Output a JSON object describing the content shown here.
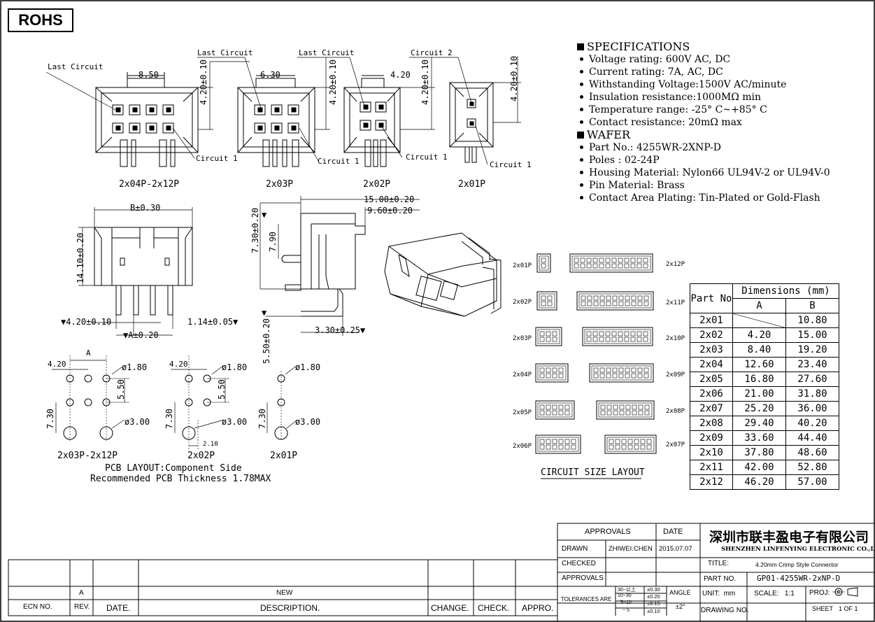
{
  "rohs": "ROHS",
  "spec": {
    "title": "SPECIFICATIONS",
    "items": [
      "Voltage rating: 600V AC, DC",
      "Current rating: 7A, AC, DC",
      "Withstanding Voltage:1500V AC/minute",
      "Insulation resistance:1000MΩ min",
      "Temperature range: -25° C~+85° C",
      "Contact resistance: 20mΩ max"
    ],
    "wafer_title": "WAFER",
    "wafer_items": [
      "Part No.: 4255WR-2XNP-D",
      "Poles : 02-24P",
      "Housing Material: Nylon66 UL94V-2 or UL94V-0",
      "Pin Material: Brass",
      "Contact Area Plating: Tin-Plated or Gold-Flash"
    ]
  },
  "top_views": {
    "v1": {
      "caption": "2x04P-2x12P",
      "dim": "8.50",
      "last": "Last Circuit",
      "first": "Circuit 1",
      "vdim": "4.20±0.10"
    },
    "v2": {
      "caption": "2x03P",
      "dim": "6.30",
      "last": "Last Circuit",
      "first": "Circuit 1",
      "vdim": "4.20±0.10"
    },
    "v3": {
      "caption": "2x02P",
      "dim": "4.20",
      "last": "Last Circuit",
      "first": "Circuit 1",
      "vdim": "4.20±0.10"
    },
    "v4": {
      "caption": "2x01P",
      "last": "Circuit 2",
      "first": "Circuit 1",
      "vdim": "4.20±0.10"
    }
  },
  "front_view": {
    "width": "B±0.30",
    "height": "14.10±0.20",
    "pitch": "4.20±0.10",
    "a": "A±0.20",
    "pin": "1.14±0.05"
  },
  "side_view": {
    "w1": "15.00±0.20",
    "w2": "9.60±0.20",
    "h1": "7.30±0.20",
    "h2": "7.90",
    "h3": "5.50±0.20",
    "pin": "3.30±0.25"
  },
  "pcb": {
    "l1": {
      "caption": "2x03P-2x12P",
      "a": "A",
      "p": "4.20",
      "d1": "ø1.80",
      "d2": "ø3.00",
      "v1": "5.50",
      "v2": "7.30"
    },
    "l2": {
      "caption": "2x02P",
      "p": "4.20",
      "d1": "ø1.80",
      "d2": "ø3.00",
      "v1": "5.50",
      "v2": "7.30",
      "h": "2.10"
    },
    "l3": {
      "caption": "2x01P",
      "d1": "ø1.80",
      "d2": "ø3.00",
      "v2": "7.30"
    },
    "note1": "PCB LAYOUT:Component Side",
    "note2": "Recommended PCB Thickness 1.78MAX"
  },
  "circuit_layout": {
    "title": "CIRCUIT SIZE LAYOUT",
    "left": [
      "2x01P",
      "2x02P",
      "2x03P",
      "2x04P",
      "2x05P",
      "2x06P"
    ],
    "right": [
      "2x12P",
      "2x11P",
      "2x10P",
      "2x09P",
      "2x08P",
      "2x07P"
    ]
  },
  "dimensions": {
    "title": "Dimensions (mm)",
    "part_no": "Part No",
    "col_a": "A",
    "col_b": "B",
    "rows": [
      {
        "p": "2x01",
        "a": "",
        "b": "10.80"
      },
      {
        "p": "2x02",
        "a": "4.20",
        "b": "15.00"
      },
      {
        "p": "2x03",
        "a": "8.40",
        "b": "19.20"
      },
      {
        "p": "2x04",
        "a": "12.60",
        "b": "23.40"
      },
      {
        "p": "2x05",
        "a": "16.80",
        "b": "27.60"
      },
      {
        "p": "2x06",
        "a": "21.00",
        "b": "31.80"
      },
      {
        "p": "2x07",
        "a": "25.20",
        "b": "36.00"
      },
      {
        "p": "2x08",
        "a": "29.40",
        "b": "40.20"
      },
      {
        "p": "2x09",
        "a": "33.60",
        "b": "44.40"
      },
      {
        "p": "2x10",
        "a": "37.80",
        "b": "48.60"
      },
      {
        "p": "2x11",
        "a": "42.00",
        "b": "52.80"
      },
      {
        "p": "2x12",
        "a": "46.20",
        "b": "57.00"
      }
    ]
  },
  "title_block": {
    "approvals": "APPROVALS",
    "date": "DATE",
    "company_cn": "深圳市联丰盈电子有限公司",
    "company_en": "SHENZHEN LINFENYING ELECTRONIC CO.,LTD",
    "drawn": "DRAWN",
    "drawn_by": "ZHIWEI.CHEN",
    "drawn_date": "2015.07.07",
    "checked": "CHECKED",
    "approvals2": "APPROVALS",
    "title_lbl": "TITLE:",
    "title_val": "4.20mm Crimp Style Connector",
    "part_lbl": "PART NO.",
    "part_val": "GP01-4255WR-2xNP-D",
    "tol_lbl": "TOLERANCES ARE",
    "tol_rows": [
      [
        "30~以上",
        "±0.30"
      ],
      [
        "10~30",
        "±0.20"
      ],
      [
        "5~10",
        "±0.15"
      ],
      [
        "~ 5",
        "±0.10"
      ]
    ],
    "angle_lbl": "ANGLE",
    "angle_val": "±2°",
    "unit_lbl": "UNIT:",
    "unit_val": "mm",
    "scale_lbl": "SCALE:",
    "scale_val": "1:1",
    "proj_lbl": "PROJ:",
    "drawing_lbl": "DRAWING NO.",
    "sheet_lbl": "SHEET",
    "sheet_val": "1 OF 1",
    "rev_row": {
      "rev": "A",
      "desc": "NEW"
    },
    "headers": [
      "ECN NO.",
      "REV.",
      "DATE.",
      "DESCRIPTION.",
      "CHANGE.",
      "CHECK.",
      "APPRO."
    ]
  }
}
